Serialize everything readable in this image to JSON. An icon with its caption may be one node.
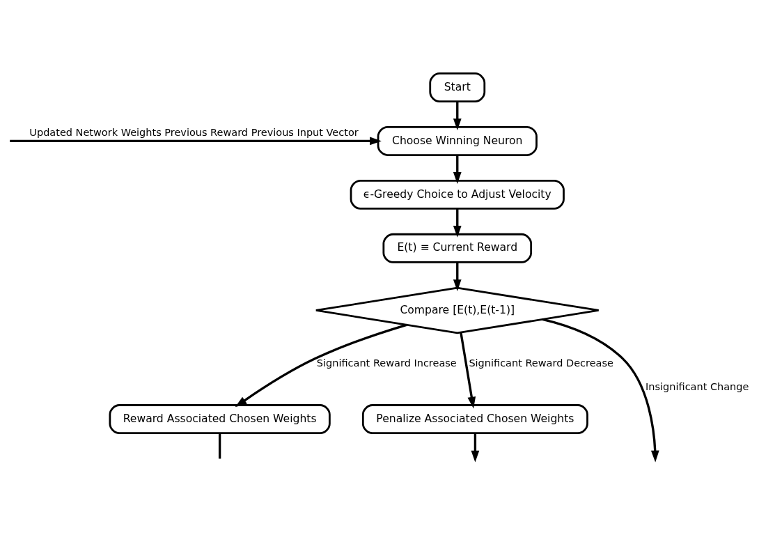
{
  "diagram": {
    "nodes": [
      {
        "text": [
          "Start"
        ]
      },
      {
        "text": [
          "Choose Winning Neuron"
        ]
      },
      {
        "text": [
          "ϵ-Greedy Choice to Adjust Velocity"
        ]
      },
      {
        "text": [
          "E(t) ≡ Current Reward"
        ]
      },
      {
        "text": [
          "Compare [E(t),E(t-1)]"
        ]
      },
      {
        "text": [
          "Reward Associated Chosen Weights"
        ]
      },
      {
        "text": [
          "Penalize Associated Chosen Weights"
        ]
      }
    ],
    "edges": [
      {
        "from": 0,
        "to": 1,
        "arrow": "to"
      },
      {
        "from": null,
        "to": 1,
        "arrow": "to",
        "label": "Updated Network Weights Previous Reward Previous Input Vector"
      },
      {
        "from": 1,
        "to": 2,
        "arrow": "to"
      },
      {
        "from": 2,
        "to": 3,
        "arrow": "to"
      },
      {
        "from": 3,
        "to": 4,
        "arrow": "to"
      },
      {
        "from": 4,
        "to": 5,
        "arrow": "to",
        "label": "Significant Reward Increase"
      },
      {
        "from": 4,
        "to": null,
        "arrow": "to",
        "label": "Insignificant Change"
      },
      {
        "from": 4,
        "to": 6,
        "arrow": "to",
        "label": "Significant Reward Decrease"
      },
      {
        "from": 5,
        "to": null,
        "arrow": "none"
      },
      {
        "from": 6,
        "to": null,
        "arrow": "to"
      }
    ]
  }
}
